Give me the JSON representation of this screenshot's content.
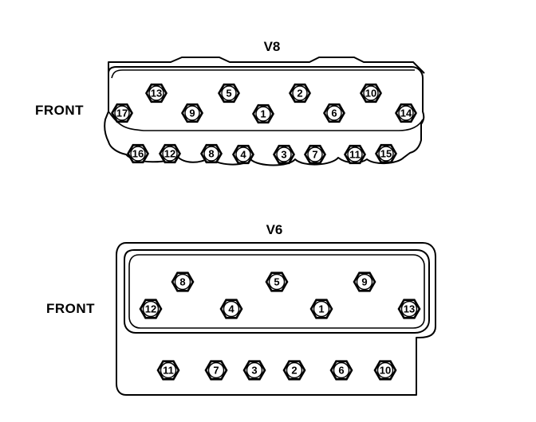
{
  "v8": {
    "title": "V8",
    "front_label": "FRONT",
    "bolts": [
      "13",
      "5",
      "2",
      "10",
      "17",
      "9",
      "1",
      "6",
      "14",
      "16",
      "12",
      "8",
      "4",
      "3",
      "7",
      "11",
      "15"
    ]
  },
  "v6": {
    "title": "V6",
    "front_label": "FRONT",
    "bolts": [
      "8",
      "5",
      "9",
      "12",
      "4",
      "1",
      "13",
      "11",
      "7",
      "3",
      "2",
      "6",
      "10"
    ]
  }
}
